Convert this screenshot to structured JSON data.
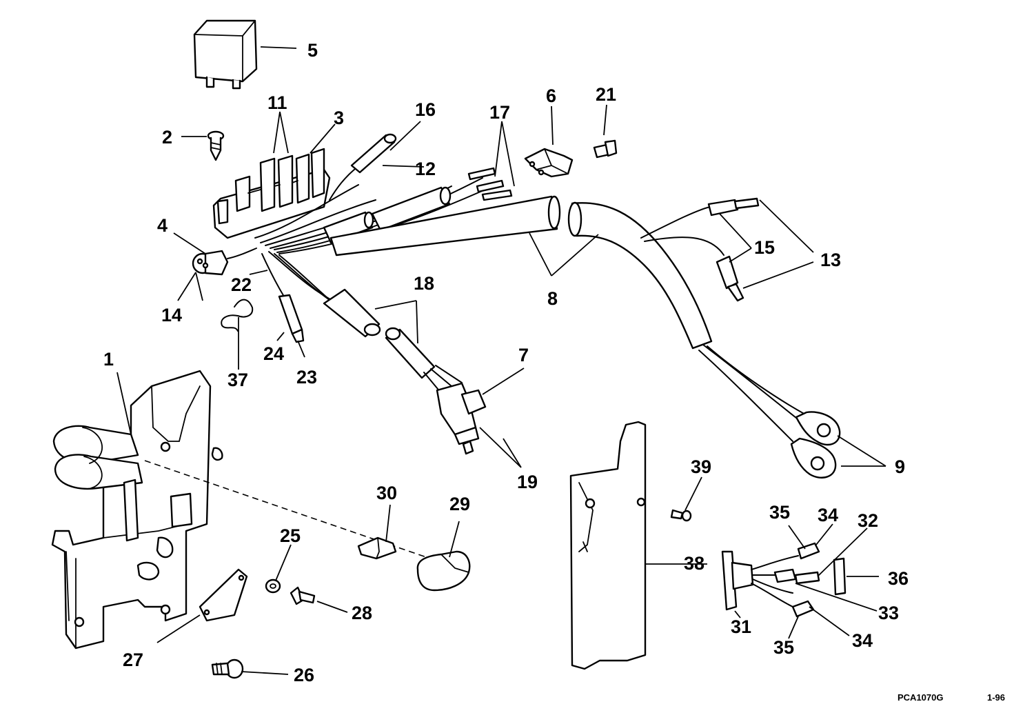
{
  "footer": {
    "code": "PCA1070G",
    "date": "1-96"
  },
  "callouts": {
    "c1": "1",
    "c2": "2",
    "c3": "3",
    "c4": "4",
    "c5": "5",
    "c6": "6",
    "c7": "7",
    "c8": "8",
    "c9": "9",
    "c11": "11",
    "c12": "12",
    "c13": "13",
    "c14": "14",
    "c15": "15",
    "c16": "16",
    "c17": "17",
    "c18": "18",
    "c19": "19",
    "c21": "21",
    "c22": "22",
    "c23": "23",
    "c24": "24",
    "c25": "25",
    "c26": "26",
    "c27": "27",
    "c28": "28",
    "c29": "29",
    "c30": "30",
    "c31": "31",
    "c32": "32",
    "c33": "33",
    "c34a": "34",
    "c34b": "34",
    "c35a": "35",
    "c35b": "35",
    "c36": "36",
    "c37": "37",
    "c38": "38",
    "c39": "39"
  }
}
